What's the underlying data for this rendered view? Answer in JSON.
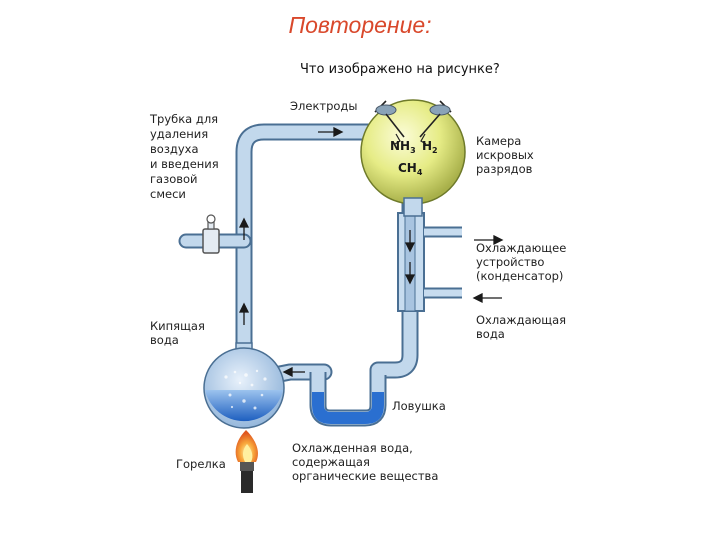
{
  "slide": {
    "title": "Повторение:",
    "question": "Что изображено на рисунке?"
  },
  "labels": {
    "electrodes": "Электроды",
    "tube": [
      "Трубка для",
      "удаления",
      "воздуха",
      "и введения",
      "газовой",
      "смеси"
    ],
    "chamber": [
      "Камера",
      "искровых",
      "разрядов"
    ],
    "cooler": [
      "Охлаждающее",
      "устройство",
      "(конденсатор)"
    ],
    "cooling_water": [
      "Охлаждающая",
      "вода"
    ],
    "boiling_water": [
      "Кипящая",
      "вода"
    ],
    "trap": "Ловушка",
    "burner": "Горелка",
    "cooled_water": [
      "Охлажденная вода,",
      "содержащая",
      "органические вещества"
    ]
  },
  "chemicals": {
    "nh3": "NH3",
    "h2": "H2",
    "ch4": "CH4"
  },
  "colors": {
    "title": "#d9482b",
    "tube": "#b9d3ea",
    "tube_outline": "#4a6f93",
    "chamber_fill": "#e6ec86",
    "water_fill": "#2e7ad6",
    "flame": "#f08a2a"
  }
}
